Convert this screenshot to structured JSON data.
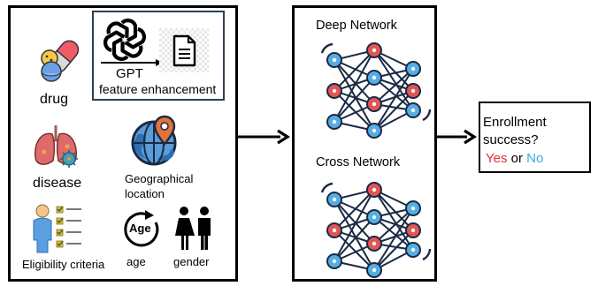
{
  "inputs": {
    "gpt_label": "GPT",
    "feature_enhancement_label": "feature enhancement",
    "drug_label": "drug",
    "disease_label": "disease",
    "geo_label_line1": "Geographical",
    "geo_label_line2": "location",
    "eligibility_label": "Eligibility criteria",
    "age_badge": "Age",
    "age_label": "age",
    "gender_label": "gender"
  },
  "networks": {
    "deep_title": "Deep Network",
    "cross_title": "Cross Network"
  },
  "output": {
    "question_line1": "Enrollment",
    "question_line2": "success?",
    "yes_label": "Yes",
    "or_label": "or",
    "no_label": "No"
  },
  "colors": {
    "yes": "#e03030",
    "no": "#3fa9df",
    "node_red": "#e25555",
    "node_blue": "#55aee3",
    "node_outline": "#1a2a44"
  }
}
